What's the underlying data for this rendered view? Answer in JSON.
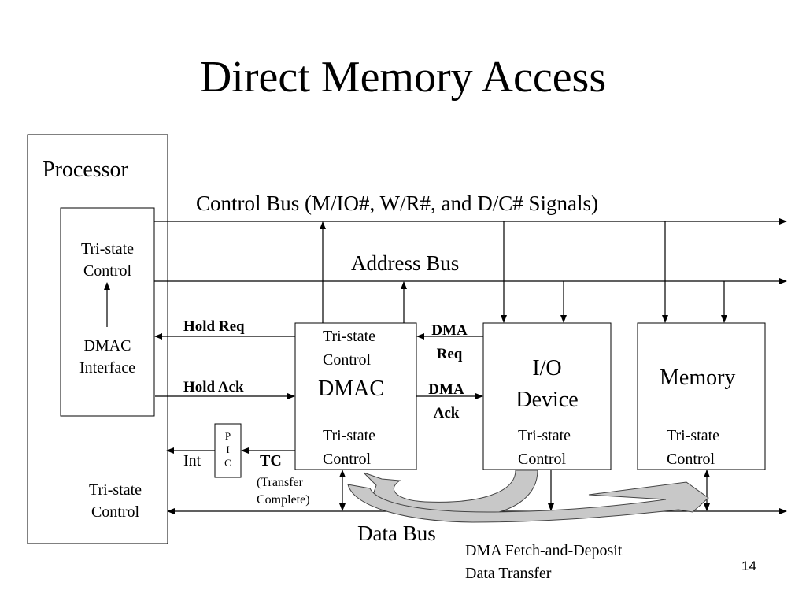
{
  "title": "Direct Memory Access",
  "processor": {
    "label": "Processor",
    "interface_block": {
      "top": [
        "Tri-state",
        "Control"
      ],
      "bottom": [
        "DMAC",
        "Interface"
      ]
    },
    "tristate": [
      "Tri-state",
      "Control"
    ]
  },
  "buses": {
    "control": "Control Bus (M/IO#, W/R#, and D/C# Signals)",
    "address": "Address Bus",
    "data": "Data Bus"
  },
  "signals": {
    "hold_req": "Hold Req",
    "hold_ack": "Hold Ack",
    "dma_req": [
      "DMA",
      "Req"
    ],
    "dma_ack": [
      "DMA",
      "Ack"
    ],
    "int": "Int",
    "pic": [
      "P",
      "I",
      "C"
    ],
    "tc": "TC",
    "tc_desc": [
      "(Transfer",
      "Complete)"
    ]
  },
  "dmac": {
    "label": "DMAC",
    "top": [
      "Tri-state",
      "Control"
    ],
    "bottom": [
      "Tri-state",
      "Control"
    ]
  },
  "io_device": {
    "label": [
      "I/O",
      "Device"
    ],
    "bottom": [
      "Tri-state",
      "Control"
    ]
  },
  "memory": {
    "label": "Memory",
    "bottom": [
      "Tri-state",
      "Control"
    ]
  },
  "caption": [
    "DMA Fetch-and-Deposit",
    "Data Transfer"
  ],
  "slide_number": "14",
  "colors": {
    "arrow_fill": "#c8c8c8",
    "arrow_stroke": "#444444"
  }
}
